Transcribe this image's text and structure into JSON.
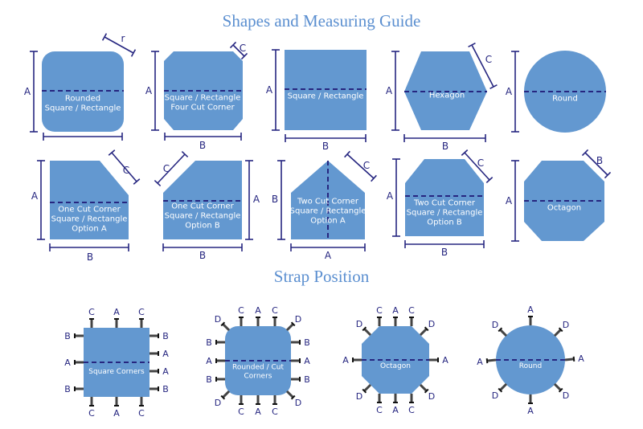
{
  "title": "Shapes and Measuring Guide",
  "subtitle": "Strap Position",
  "colors": {
    "shape": "#6398d0",
    "line": "#262680",
    "text": "#ffffff",
    "label": "#262680",
    "title": "#5b8fd0",
    "strap": "#444444"
  },
  "shapes": [
    {
      "id": "rounded",
      "name_lines": [
        "Rounded",
        "Square / Rectangle"
      ],
      "dims": [
        "A",
        "r"
      ]
    },
    {
      "id": "four-cut",
      "name_lines": [
        "Square / Rectangle",
        "Four Cut Corner"
      ],
      "dims": [
        "A",
        "B",
        "C"
      ]
    },
    {
      "id": "square",
      "name_lines": [
        "Square / Rectangle"
      ],
      "dims": [
        "A",
        "B"
      ]
    },
    {
      "id": "hexagon",
      "name_lines": [
        "Hexagon"
      ],
      "dims": [
        "A",
        "B",
        "C"
      ]
    },
    {
      "id": "round",
      "name_lines": [
        "Round"
      ],
      "dims": [
        "A"
      ]
    },
    {
      "id": "one-cut-a",
      "name_lines": [
        "One Cut Corner",
        "Square / Rectangle",
        "Option A"
      ],
      "dims": [
        "A",
        "B",
        "C"
      ]
    },
    {
      "id": "one-cut-b",
      "name_lines": [
        "One Cut Corner",
        "Square / Rectangle",
        "Option B"
      ],
      "dims": [
        "A",
        "B",
        "C"
      ]
    },
    {
      "id": "two-cut-a",
      "name_lines": [
        "Two Cut Corner",
        "Square / Rectangle",
        "Option A"
      ],
      "dims": [
        "B",
        "A",
        "C"
      ]
    },
    {
      "id": "two-cut-b",
      "name_lines": [
        "Two Cut Corner",
        "Square / Rectangle",
        "Option B"
      ],
      "dims": [
        "A",
        "B",
        "C"
      ]
    },
    {
      "id": "octagon",
      "name_lines": [
        "Octagon"
      ],
      "dims": [
        "A",
        "B"
      ]
    }
  ],
  "straps": [
    {
      "id": "square-corners",
      "name_lines": [
        "Square Corners"
      ],
      "top": [
        "C",
        "A",
        "C"
      ],
      "bottom": [
        "C",
        "A",
        "C"
      ],
      "left": [
        "B",
        "A",
        "B"
      ],
      "right": [
        "B",
        "A",
        "A",
        "B"
      ]
    },
    {
      "id": "rounded-cut",
      "name_lines": [
        "Rounded / Cut",
        "Corners"
      ],
      "top": [
        "C",
        "A",
        "C"
      ],
      "bottom": [
        "C",
        "A",
        "C"
      ],
      "left": [
        "B",
        "A",
        "B"
      ],
      "right": [
        "B",
        "A",
        "B"
      ],
      "diag": [
        "D",
        "D",
        "D",
        "D"
      ]
    },
    {
      "id": "octagon-strap",
      "name_lines": [
        "Octagon"
      ],
      "top": [
        "C",
        "A",
        "C"
      ],
      "bottom": [
        "C",
        "A",
        "C"
      ],
      "left": [
        "A"
      ],
      "right": [
        "A"
      ],
      "diag": [
        "D",
        "D",
        "D",
        "D"
      ]
    },
    {
      "id": "round-strap",
      "name_lines": [
        "Round"
      ],
      "top": [
        "A"
      ],
      "bottom": [
        "A"
      ],
      "left": [
        "A"
      ],
      "right": [
        "A"
      ],
      "diag": [
        "D",
        "D",
        "D",
        "D"
      ]
    }
  ]
}
